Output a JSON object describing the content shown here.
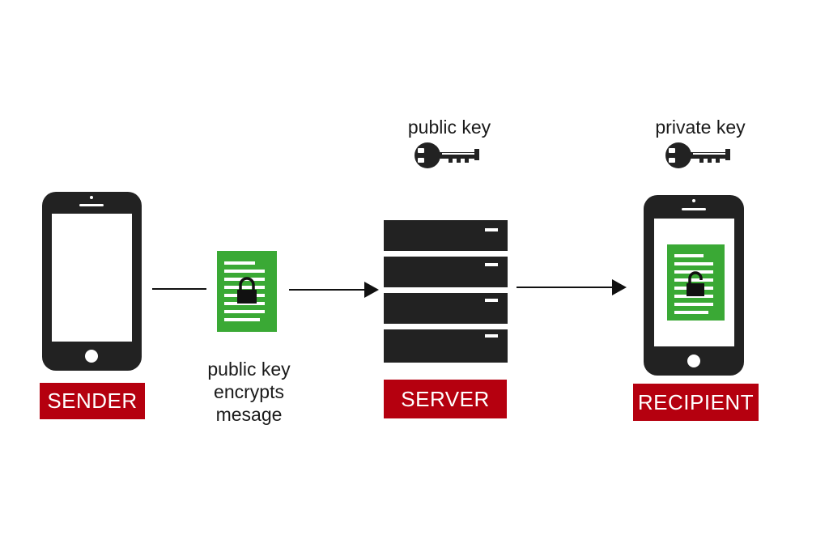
{
  "nodes": {
    "sender": {
      "label": "SENDER"
    },
    "server": {
      "label": "SERVER",
      "key_label": "public key",
      "key_icon": "key-icon"
    },
    "recipient": {
      "label": "RECIPIENT",
      "key_label": "private key",
      "key_icon": "key-icon"
    }
  },
  "message": {
    "caption_lines": [
      "public key",
      "encrypts",
      "mesage"
    ],
    "icon_locked": "locked-document-icon",
    "icon_unlocked": "unlocked-document-icon"
  },
  "colors": {
    "badge": "#b5000f",
    "device": "#222222",
    "document": "#3aa935",
    "arrow": "#111111"
  }
}
